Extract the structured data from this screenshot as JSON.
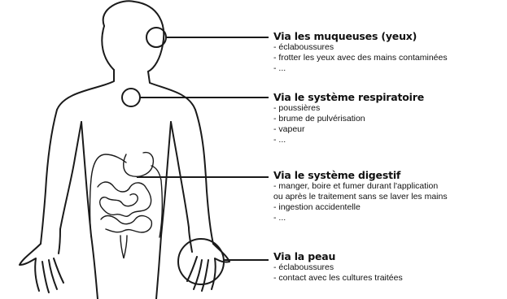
{
  "routes": [
    {
      "title": "Via les muqueuses (yeux)",
      "items": [
        "- éclaboussures",
        "- frotter les yeux avec des mains contaminées",
        "- ..."
      ]
    },
    {
      "title": "Via le système respiratoire",
      "items": [
        "- poussières",
        "- brume de pulvérisation",
        "- vapeur",
        "- ..."
      ]
    },
    {
      "title": "Via le système digestif",
      "items": [
        "- manger, boire et fumer durant l'application",
        "ou après le traitement sans se laver les mains",
        "- ingestion accidentelle",
        "- ..."
      ]
    },
    {
      "title": "Via la peau",
      "items": [
        "- éclaboussures",
        "- contact avec les cultures traitées"
      ]
    }
  ],
  "colors": {
    "line": "#1a1a1a",
    "text": "#111111"
  }
}
